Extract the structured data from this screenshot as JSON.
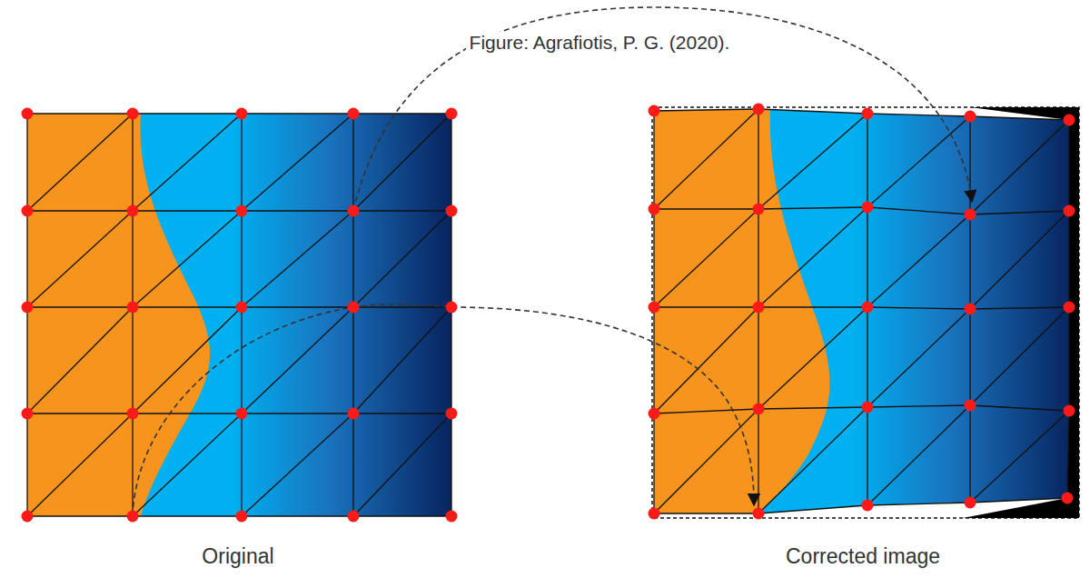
{
  "diagram": {
    "labels": [
      "Figure: Agrafiotis, P. G. (2020).",
      "Original",
      "Corrected image"
    ]
  }
}
